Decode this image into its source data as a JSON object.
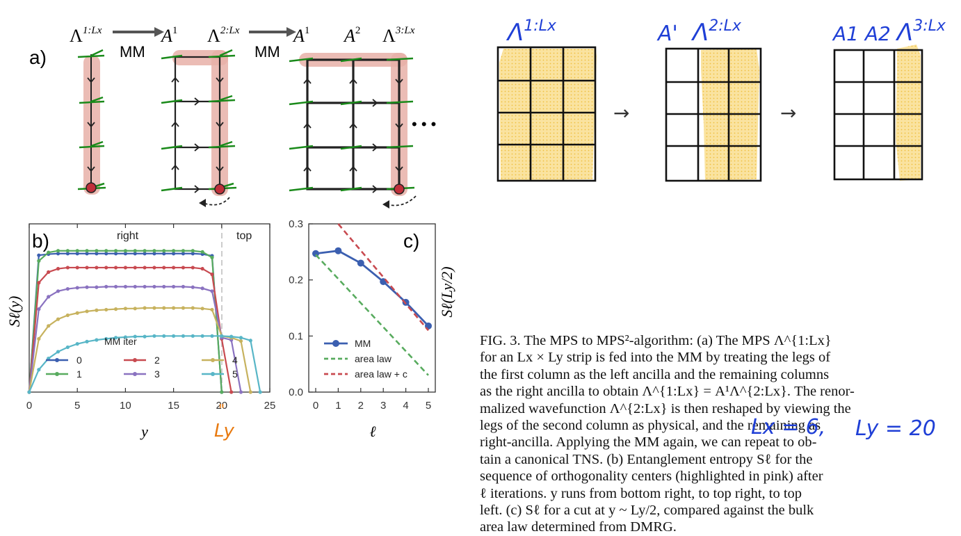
{
  "figure_a": {
    "panel_label": "a)",
    "labels": {
      "lambda_1": "Λ",
      "lambda_1_sup": "1:Lx",
      "mm_1": "MM",
      "a1_first": "A",
      "a1_first_sup": "1",
      "lambda_2": "Λ",
      "lambda_2_sup": "2:Lx",
      "mm_2": "MM",
      "a1_second": "A",
      "a1_second_sup": "1",
      "a2": "A",
      "a2_sup": "2",
      "lambda_3": "Λ",
      "lambda_3_sup": "3:Lx",
      "ellipsis": "• • •"
    }
  },
  "handwritten": {
    "lambda_1": "Λ",
    "lambda_1_sup": "1:Lx",
    "a1": "A'",
    "lambda_2": "Λ",
    "lambda_2_sup": "2:Lx",
    "a1_a2": "A1 A2",
    "lambda_3": "Λ",
    "lambda_3_sup": "3:Lx",
    "arrow": "→",
    "lx": "Lx = 6,",
    "ly": "Ly = 20",
    "ly_mark": "Ly",
    "ly_quote": "\""
  },
  "chart_data": [
    {
      "panel": "b)",
      "type": "line",
      "ylabel": "Sℓ(y)",
      "xlabel": "y",
      "region_right": "right",
      "region_top": "top",
      "xlim": [
        0,
        25
      ],
      "ylim": [
        0,
        0.3
      ],
      "xticks": [
        0,
        5,
        10,
        15,
        20,
        25
      ],
      "yticks": [
        0.0,
        0.1,
        0.2,
        0.3
      ],
      "legend_title": "MM iter",
      "series": [
        {
          "name": "0",
          "color": "#3b5fb0",
          "x": [
            0,
            1,
            2,
            3,
            4,
            5,
            6,
            7,
            8,
            9,
            10,
            11,
            12,
            13,
            14,
            15,
            16,
            17,
            18,
            19,
            20
          ],
          "y": [
            0,
            0.244,
            0.246,
            0.247,
            0.247,
            0.247,
            0.247,
            0.247,
            0.247,
            0.247,
            0.247,
            0.247,
            0.247,
            0.247,
            0.247,
            0.247,
            0.247,
            0.247,
            0.246,
            0.243,
            0
          ]
        },
        {
          "name": "1",
          "color": "#58ab5e",
          "x": [
            0,
            1,
            2,
            3,
            4,
            5,
            6,
            7,
            8,
            9,
            10,
            11,
            12,
            13,
            14,
            15,
            16,
            17,
            18,
            19,
            20
          ],
          "y": [
            0,
            0.234,
            0.249,
            0.252,
            0.252,
            0.252,
            0.252,
            0.252,
            0.252,
            0.252,
            0.252,
            0.252,
            0.252,
            0.252,
            0.252,
            0.252,
            0.252,
            0.252,
            0.25,
            0.24,
            0
          ]
        },
        {
          "name": "2",
          "color": "#c84a50",
          "x": [
            0,
            1,
            2,
            3,
            4,
            5,
            6,
            7,
            8,
            9,
            10,
            11,
            12,
            13,
            14,
            15,
            16,
            17,
            18,
            19,
            20,
            21
          ],
          "y": [
            0,
            0.195,
            0.214,
            0.22,
            0.222,
            0.222,
            0.222,
            0.222,
            0.222,
            0.222,
            0.222,
            0.222,
            0.222,
            0.222,
            0.222,
            0.222,
            0.222,
            0.222,
            0.22,
            0.21,
            0.095,
            0
          ]
        },
        {
          "name": "3",
          "color": "#8a72c0",
          "x": [
            0,
            1,
            2,
            3,
            4,
            5,
            6,
            7,
            8,
            9,
            10,
            11,
            12,
            13,
            14,
            15,
            16,
            17,
            18,
            19,
            20,
            21,
            22
          ],
          "y": [
            0,
            0.148,
            0.17,
            0.18,
            0.184,
            0.186,
            0.187,
            0.187,
            0.188,
            0.188,
            0.188,
            0.188,
            0.188,
            0.188,
            0.188,
            0.188,
            0.188,
            0.187,
            0.185,
            0.18,
            0.097,
            0.093,
            0
          ]
        },
        {
          "name": "4",
          "color": "#c7b25e",
          "x": [
            0,
            1,
            2,
            3,
            4,
            5,
            6,
            7,
            8,
            9,
            10,
            11,
            12,
            13,
            14,
            15,
            16,
            17,
            18,
            19,
            20,
            21,
            22,
            23
          ],
          "y": [
            0,
            0.095,
            0.118,
            0.13,
            0.137,
            0.141,
            0.144,
            0.146,
            0.147,
            0.148,
            0.149,
            0.149,
            0.15,
            0.15,
            0.15,
            0.15,
            0.15,
            0.15,
            0.149,
            0.147,
            0.1,
            0.097,
            0.091,
            0
          ]
        },
        {
          "name": "5",
          "color": "#58b6c7",
          "x": [
            0,
            1,
            2,
            3,
            4,
            5,
            6,
            7,
            8,
            9,
            10,
            11,
            12,
            13,
            14,
            15,
            16,
            17,
            18,
            19,
            20,
            21,
            22,
            23,
            24
          ],
          "y": [
            0,
            0.04,
            0.06,
            0.072,
            0.08,
            0.086,
            0.09,
            0.093,
            0.095,
            0.097,
            0.098,
            0.099,
            0.099,
            0.1,
            0.1,
            0.1,
            0.1,
            0.1,
            0.1,
            0.1,
            0.1,
            0.099,
            0.097,
            0.092,
            0
          ]
        }
      ]
    },
    {
      "panel": "c)",
      "type": "line",
      "ylabel": "Sℓ(Ly/2)",
      "xlabel": "ℓ",
      "xlim": [
        0,
        5
      ],
      "ylim": [
        0,
        0.3
      ],
      "xticks": [
        0,
        1,
        2,
        3,
        4,
        5
      ],
      "series": [
        {
          "name": "MM",
          "color": "#3b5fb0",
          "x": [
            0,
            1,
            2,
            3,
            4,
            5
          ],
          "y": [
            0.247,
            0.252,
            0.23,
            0.197,
            0.16,
            0.118
          ]
        },
        {
          "name": "area law",
          "color": "#58ab5e",
          "dashed": true,
          "x": [
            0,
            5
          ],
          "y": [
            0.245,
            0.03
          ]
        },
        {
          "name": "area law + c",
          "color": "#c84a50",
          "dashed": true,
          "x": [
            1,
            5
          ],
          "y": [
            0.3,
            0.11
          ]
        }
      ]
    }
  ],
  "caption": {
    "lines": [
      "FIG. 3.  The MPS to MPS²-algorithm: (a) The MPS Λ^{1:Lx}",
      "for an Lx × Ly strip is fed into the MM by treating the legs of",
      "the first column as the left ancilla and the remaining columns",
      "as the right ancilla to obtain Λ^{1:Lx} = A¹Λ^{2:Lx}.  The renor-",
      "malized wavefunction Λ^{2:Lx} is then reshaped by viewing the",
      "legs of the second column as physical, and the remaining as",
      "right-ancilla.  Applying the MM again, we can repeat to ob-",
      "tain a canonical TNS. (b) Entanglement entropy Sℓ for the",
      "sequence of orthogonality centers (highlighted in pink) after",
      "ℓ iterations.  y runs from bottom right, to top right, to top",
      "left. (c) Sℓ for a cut at y ~ Ly/2, compared against the bulk",
      "area law determined from DMRG."
    ]
  }
}
